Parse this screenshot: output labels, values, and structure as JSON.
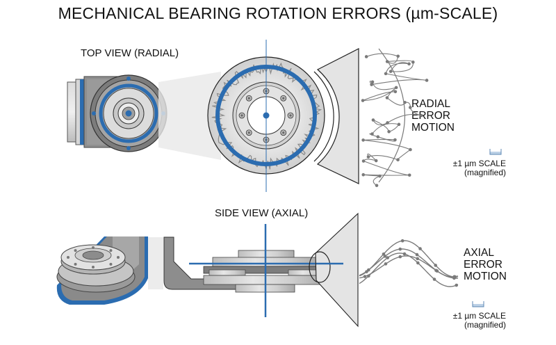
{
  "title": "MECHANICAL BEARING ROTATION ERRORS (µm-SCALE)",
  "top_view": {
    "label": "TOP VIEW (RADIAL)",
    "callout": [
      "RADIAL",
      "ERROR",
      "MOTION"
    ],
    "scale": {
      "line1": "±1 µm SCALE",
      "line2": "(magnified)"
    }
  },
  "side_view": {
    "label": "SIDE VIEW (AXIAL)",
    "callout": [
      "AXIAL",
      "ERROR",
      "MOTION"
    ],
    "scale": {
      "line1": "±1 µm SCALE",
      "line2": "(magnified)"
    }
  },
  "colors": {
    "accent_blue": "#2b6cb0",
    "metal_light": "#d9d9d9",
    "metal_mid": "#a8a8a8",
    "metal_dark": "#6e6e6e",
    "trace": "#7a7a7a",
    "text": "#111111"
  }
}
